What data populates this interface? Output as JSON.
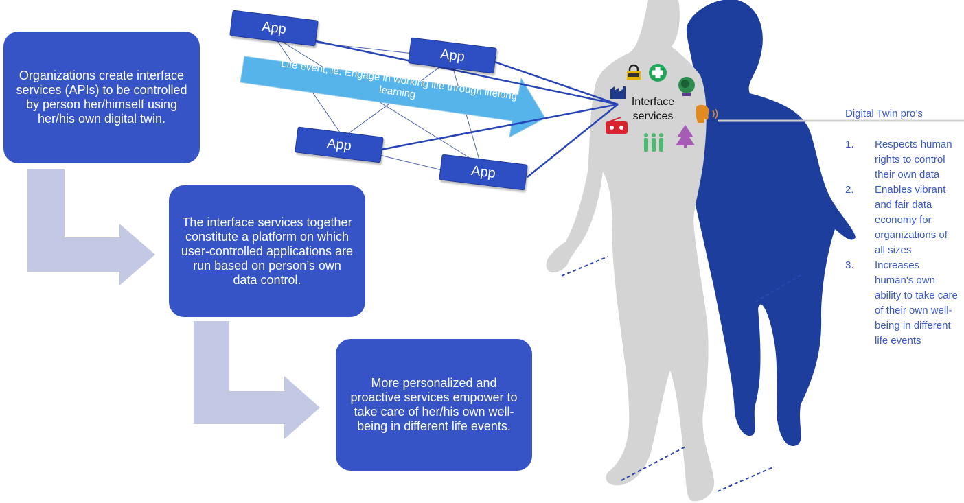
{
  "boxes": [
    {
      "text": "Organizations create interface services (APIs) to be controlled by person her/himself using her/his own digital twin."
    },
    {
      "text": "The interface services together constitute a platform on which user-controlled applications are run based on person’s own data control."
    },
    {
      "text": "More personalized and proactive services empower to take care of her/his own well-being in different life events."
    }
  ],
  "apps": [
    "App",
    "App",
    "App",
    "App"
  ],
  "life_event": "Life event, ie. Engage in working life through lifelong learning",
  "interface_label": "Interface services",
  "pros": {
    "title": "Digital Twin pro’s",
    "items": [
      {
        "num": "1.",
        "text": "Respects human rights to control their own data"
      },
      {
        "num": "2.",
        "text": "Enables vibrant and fair data economy for organizations of all sizes"
      },
      {
        "num": "3.",
        "text": "Increases human's own ability to take care of their own well-being in different life events"
      }
    ]
  },
  "colors": {
    "box": "#3654c6",
    "arrow": "#c3c9e5",
    "life_arrow": "#56b4ea",
    "twin": "#1e3e9e",
    "person": "#d4d4d4",
    "pros_text": "#3b5ac8"
  },
  "icons": [
    "lock-icon",
    "health-cross-icon",
    "globe-icon",
    "factory-icon",
    "speaking-head-icon",
    "radio-icon",
    "people-icon",
    "tree-icon"
  ]
}
